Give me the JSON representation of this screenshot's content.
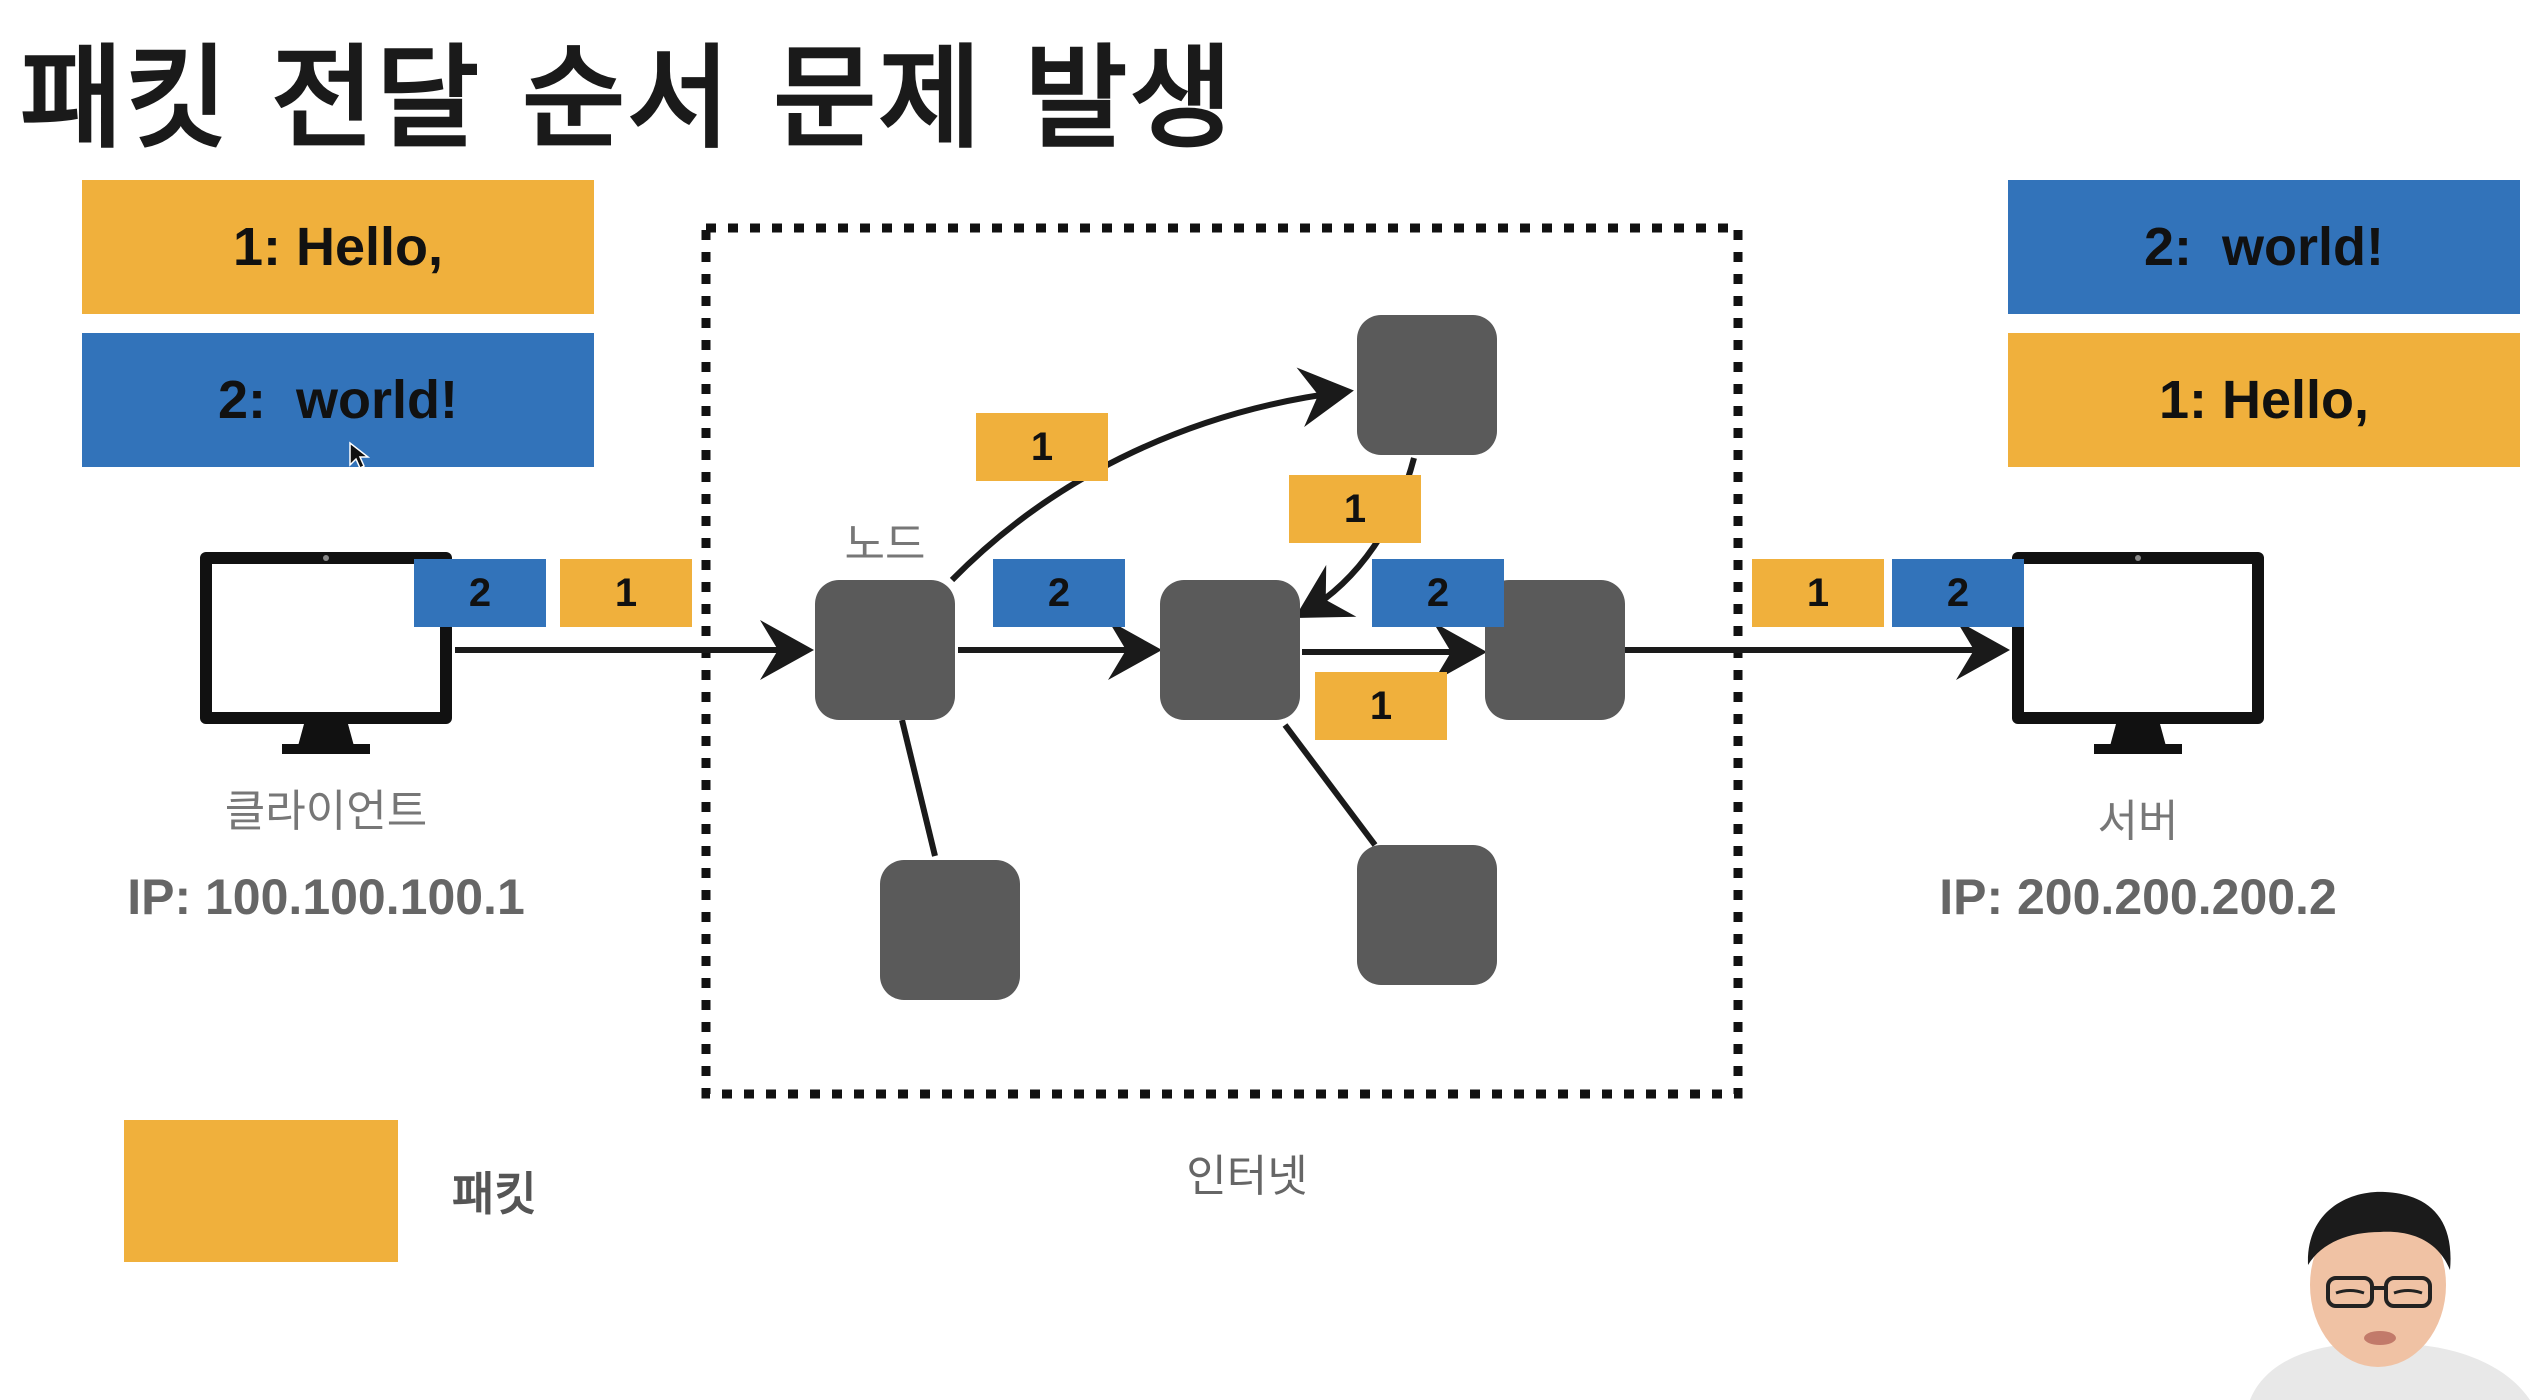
{
  "title": "패킷 전달 순서 문제 발생",
  "client": {
    "messages": [
      {
        "text": "1: Hello,",
        "color": "#F0B03C"
      },
      {
        "text": "2:  world!",
        "color": "#3273BA"
      }
    ],
    "label": "클라이언트",
    "ip": "IP: 100.100.100.1"
  },
  "server": {
    "messages": [
      {
        "text": "2:  world!",
        "color": "#3273BA"
      },
      {
        "text": "1: Hello,",
        "color": "#F0B03C"
      }
    ],
    "label": "서버",
    "ip": "IP: 200.200.200.2"
  },
  "internet": {
    "label": "인터넷",
    "node_label": "노드"
  },
  "packets": {
    "client_out_2": "2",
    "client_out_1": "1",
    "arc_up_1": "1",
    "down_1": "1",
    "mid_2": "2",
    "mid_right_2": "2",
    "low_1": "1",
    "server_in_1": "1",
    "server_in_2": "2"
  },
  "legend": {
    "label": "패킷",
    "color": "#F0B03C"
  },
  "colors": {
    "packet_orange": "#F0B03C",
    "packet_blue": "#3273BA",
    "node_gray": "#5A5A5A"
  },
  "icons": {
    "client": "monitor-icon",
    "server": "monitor-icon",
    "cursor": "mouse-cursor-icon",
    "presenter": "presenter-avatar"
  }
}
